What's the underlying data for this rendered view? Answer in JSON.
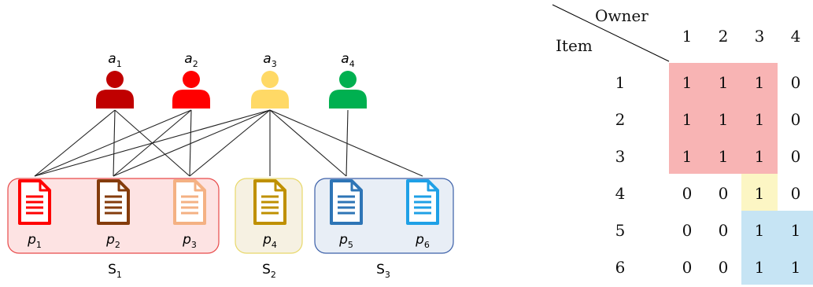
{
  "agents": [
    {
      "label": "a",
      "sub": "1",
      "color": "#C00000"
    },
    {
      "label": "a",
      "sub": "2",
      "color": "#FF0000"
    },
    {
      "label": "a",
      "sub": "3",
      "color": "#FFD966"
    },
    {
      "label": "a",
      "sub": "4",
      "color": "#00B050"
    }
  ],
  "docs": [
    {
      "label": "p",
      "sub": "1",
      "color": "#FF0000"
    },
    {
      "label": "p",
      "sub": "2",
      "color": "#843C0C"
    },
    {
      "label": "p",
      "sub": "3",
      "color": "#F4B183"
    },
    {
      "label": "p",
      "sub": "4",
      "color": "#BF9000"
    },
    {
      "label": "p",
      "sub": "5",
      "color": "#2E75B6"
    },
    {
      "label": "p",
      "sub": "6",
      "color": "#1FA0E6"
    }
  ],
  "sets": [
    {
      "label": "S",
      "sub": "1",
      "fill": "#FDE3E3",
      "stroke": "#E84A4A"
    },
    {
      "label": "S",
      "sub": "2",
      "fill": "#F6F1E2",
      "stroke": "#E8D86A"
    },
    {
      "label": "S",
      "sub": "3",
      "fill": "#E8EEF6",
      "stroke": "#3B5FA8"
    }
  ],
  "edges": [
    [
      0,
      0
    ],
    [
      0,
      1
    ],
    [
      0,
      2
    ],
    [
      1,
      0
    ],
    [
      1,
      1
    ],
    [
      1,
      2
    ],
    [
      2,
      0
    ],
    [
      2,
      1
    ],
    [
      2,
      2
    ],
    [
      2,
      3
    ],
    [
      2,
      4
    ],
    [
      2,
      5
    ],
    [
      3,
      4
    ]
  ],
  "table": {
    "header_owner": "Owner",
    "header_item": "Item",
    "columns": [
      "1",
      "2",
      "3",
      "4"
    ],
    "rows": [
      {
        "item": "1",
        "values": [
          "1",
          "1",
          "1",
          "0"
        ]
      },
      {
        "item": "2",
        "values": [
          "1",
          "1",
          "1",
          "0"
        ]
      },
      {
        "item": "3",
        "values": [
          "1",
          "1",
          "1",
          "0"
        ]
      },
      {
        "item": "4",
        "values": [
          "0",
          "0",
          "1",
          "0"
        ]
      },
      {
        "item": "5",
        "values": [
          "0",
          "0",
          "1",
          "1"
        ]
      },
      {
        "item": "6",
        "values": [
          "0",
          "0",
          "1",
          "1"
        ]
      }
    ],
    "highlight_colors": {
      "red": "#F8B4B4",
      "yellow": "#FCF6C4",
      "blue": "#C6E4F4"
    }
  }
}
